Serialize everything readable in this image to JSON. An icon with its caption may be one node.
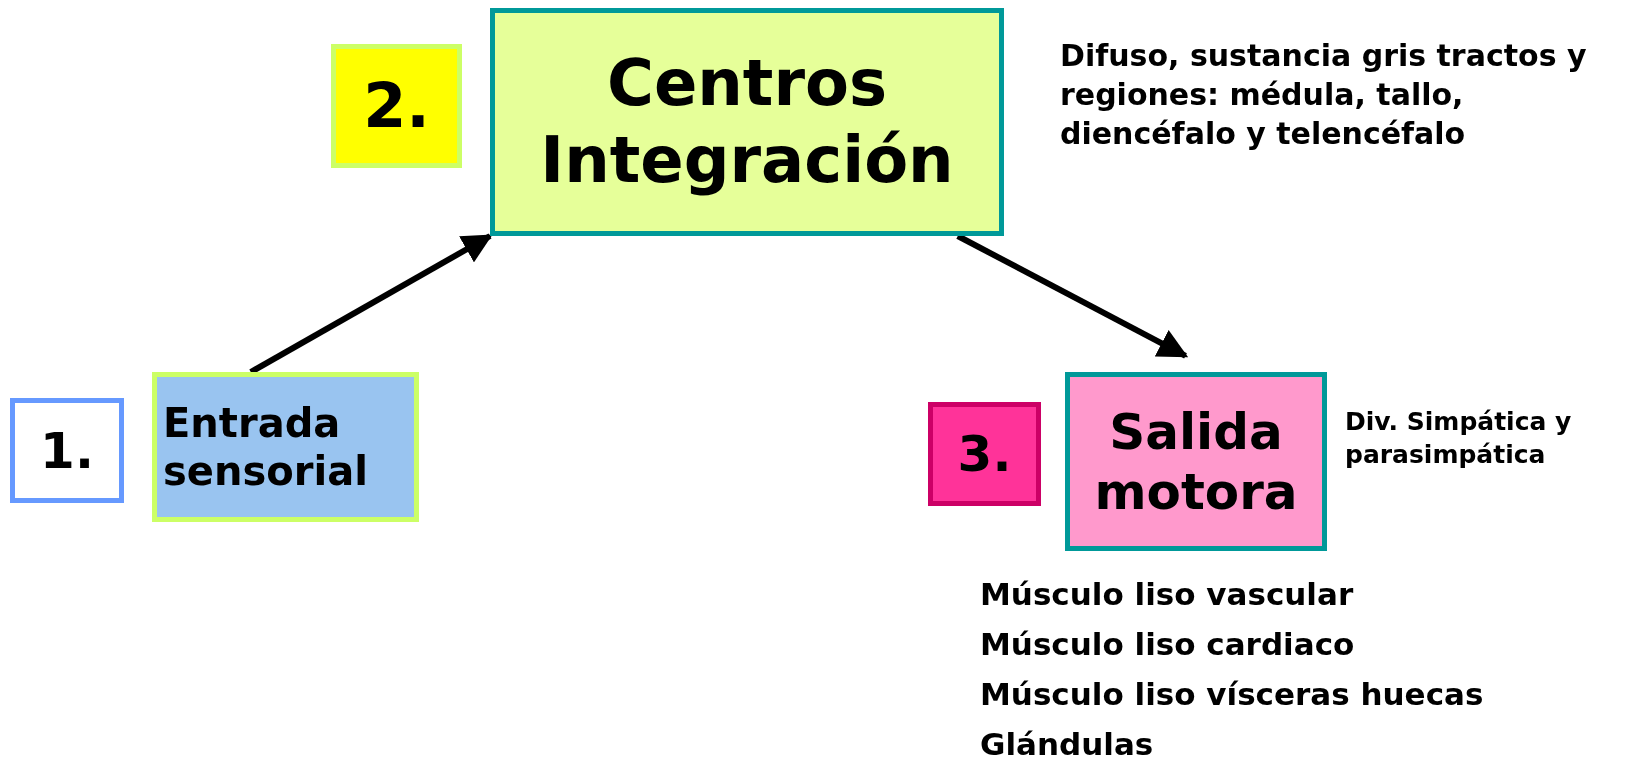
{
  "diagram": {
    "nodes": [
      {
        "text": [
          "1."
        ]
      },
      {
        "text": [
          "Entrada sensorial"
        ]
      },
      {
        "text": [
          "2."
        ]
      },
      {
        "text": [
          "Centros Integración"
        ],
        "beside": [
          "Difuso, sustancia gris tractos y regiones: médula, tallo, diencéfalo y telencéfalo"
        ]
      },
      {
        "text": [
          "3."
        ]
      },
      {
        "text": [
          "Salida motora"
        ],
        "beside": [
          "Div. Simpática y parasimpática",
          "Músculo liso vascular",
          "Músculo liso cardiaco",
          "Músculo liso vísceras huecas",
          "Glándulas"
        ]
      }
    ],
    "edges": [
      {
        "from": 1,
        "to": 3,
        "arrow": "to"
      },
      {
        "from": 3,
        "to": 5,
        "arrow": "to"
      }
    ]
  }
}
